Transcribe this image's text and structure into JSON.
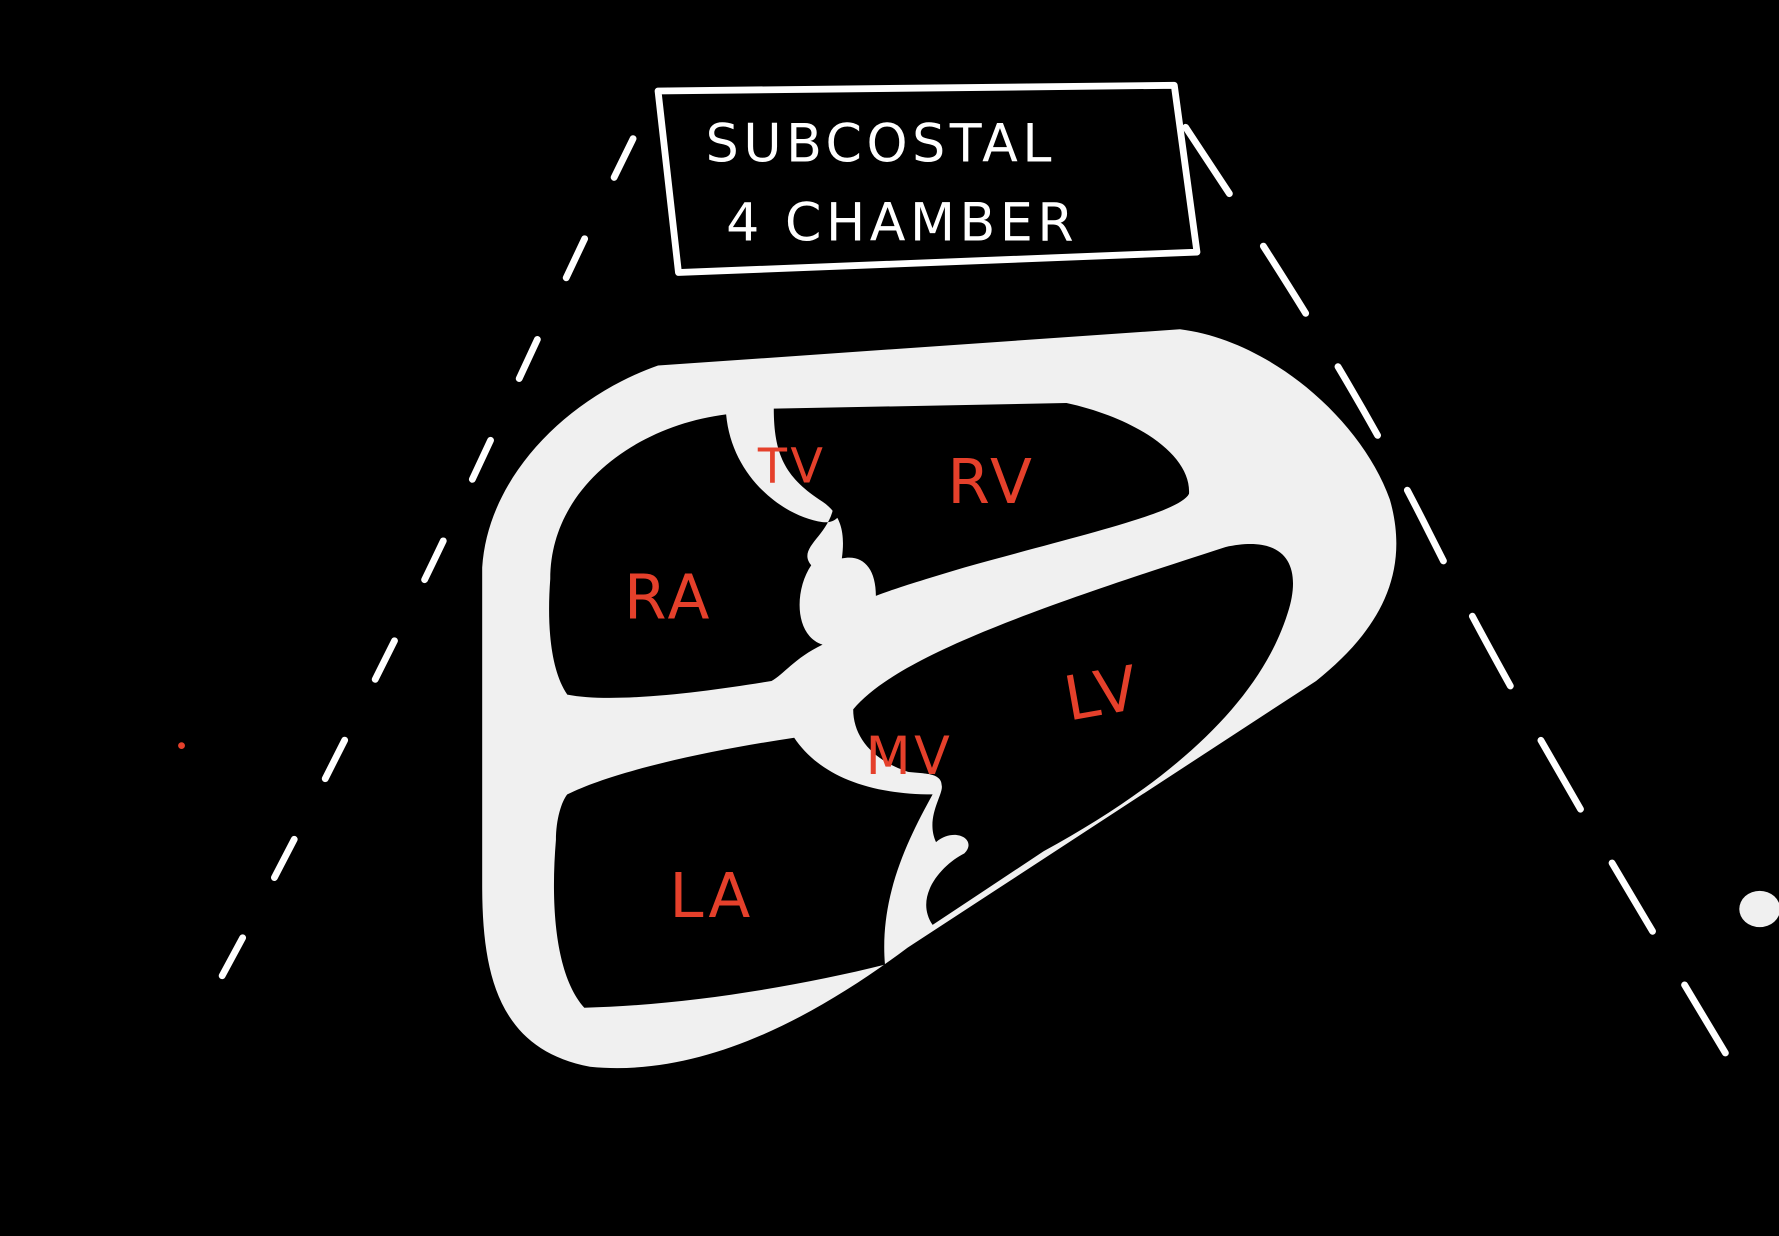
{
  "title": {
    "line1": "SUBCOSTAL",
    "line2": "4 CHAMBER"
  },
  "labels": {
    "tv": "TV",
    "rv": "RV",
    "ra": "RA",
    "lv": "LV",
    "mv": "MV",
    "la": "LA"
  },
  "colors": {
    "background": "#000000",
    "wall": "#f0f0f0",
    "label": "#e5402b",
    "outline": "#ffffff"
  }
}
